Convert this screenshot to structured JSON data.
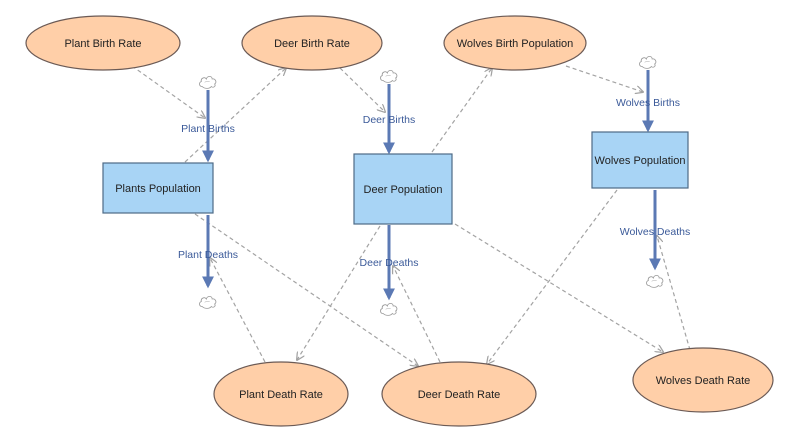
{
  "diagram": {
    "variables": {
      "plant_birth_rate": "Plant Birth Rate",
      "deer_birth_rate": "Deer Birth Rate",
      "wolves_birth_population": "Wolves Birth Population",
      "plant_death_rate": "Plant Death Rate",
      "deer_death_rate": "Deer Death Rate",
      "wolves_death_rate": "Wolves Death Rate"
    },
    "stocks": {
      "plants_population": "Plants Population",
      "deer_population": "Deer Population",
      "wolves_population": "Wolves Population"
    },
    "flows": {
      "plant_births": "Plant Births",
      "plant_deaths": "Plant Deaths",
      "deer_births": "Deer Births",
      "deer_deaths": "Deer Deaths",
      "wolves_births": "Wolves Births",
      "wolves_deaths": "Wolves Deaths"
    },
    "colors": {
      "variable_fill": "#ffcfa8",
      "stock_fill": "#a8d4f5",
      "flow_line": "#5b79b4",
      "link_line": "#a3a3a3"
    },
    "icons": [
      "cloud-source-icon",
      "cloud-sink-icon"
    ]
  }
}
